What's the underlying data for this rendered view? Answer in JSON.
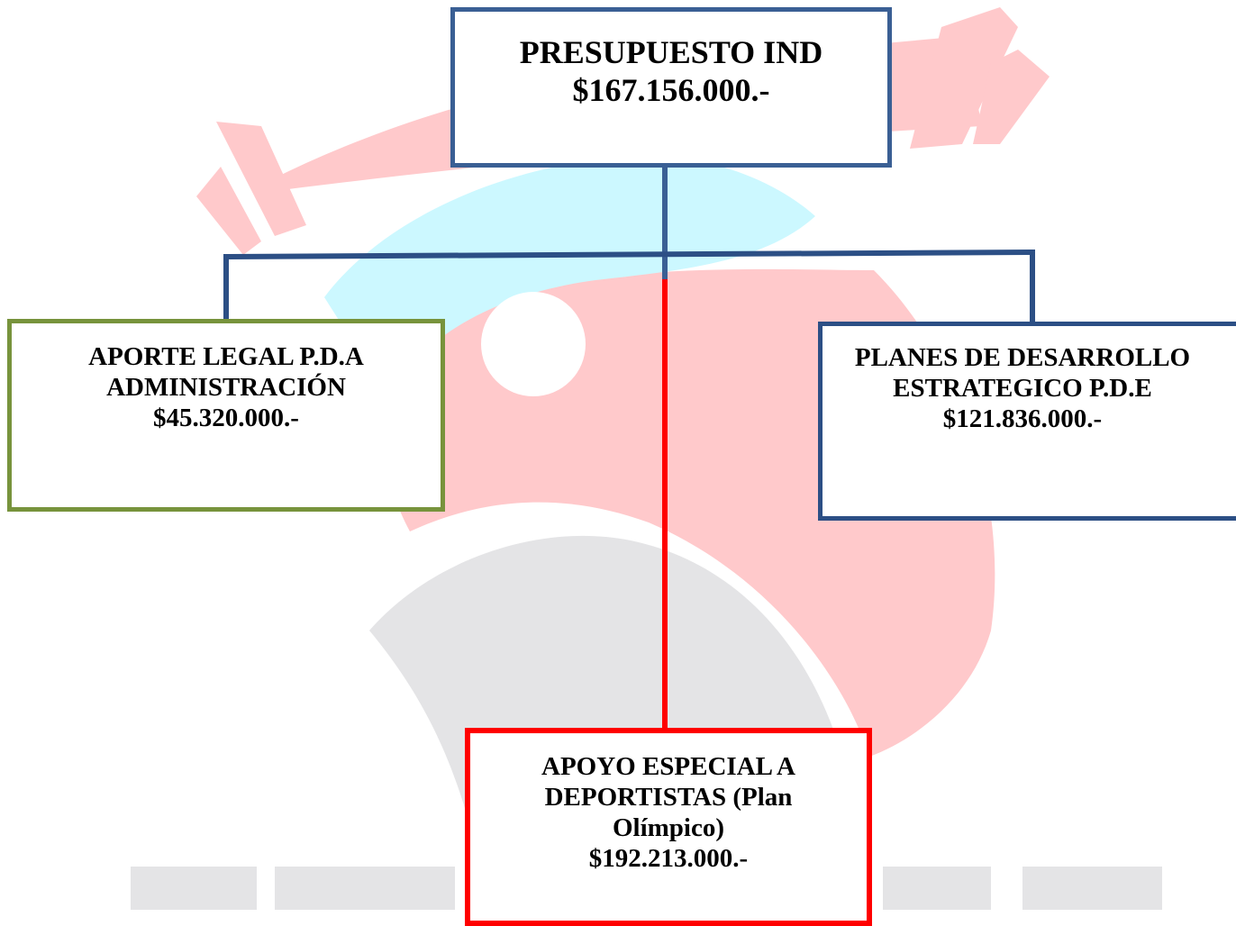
{
  "diagram": {
    "root": {
      "lines": [
        "PRESUPUESTO IND",
        "$167.156.000.-"
      ]
    },
    "left": {
      "lines": [
        "APORTE LEGAL P.D.A",
        "ADMINISTRACIÓN",
        "$45.320.000.-"
      ]
    },
    "right": {
      "lines": [
        "PLANES DE DESARROLLO",
        "ESTRATEGICO P.D.E",
        "$121.836.000.-"
      ]
    },
    "bottom": {
      "lines": [
        "APOYO ESPECIAL A",
        "DEPORTISTAS (Plan",
        "Olímpico)",
        "$192.213.000.-"
      ]
    }
  },
  "colors": {
    "root_border": "#3a5f94",
    "left_border": "#77933c",
    "right_border": "#2c4f85",
    "bottom_border": "#ff0000",
    "connector_blue": "#2c4f85",
    "connector_red": "#ff0000",
    "watermark_red": "#ffc9cb",
    "watermark_cyan": "#ccf8ff",
    "watermark_gray": "#e4e4e6"
  }
}
